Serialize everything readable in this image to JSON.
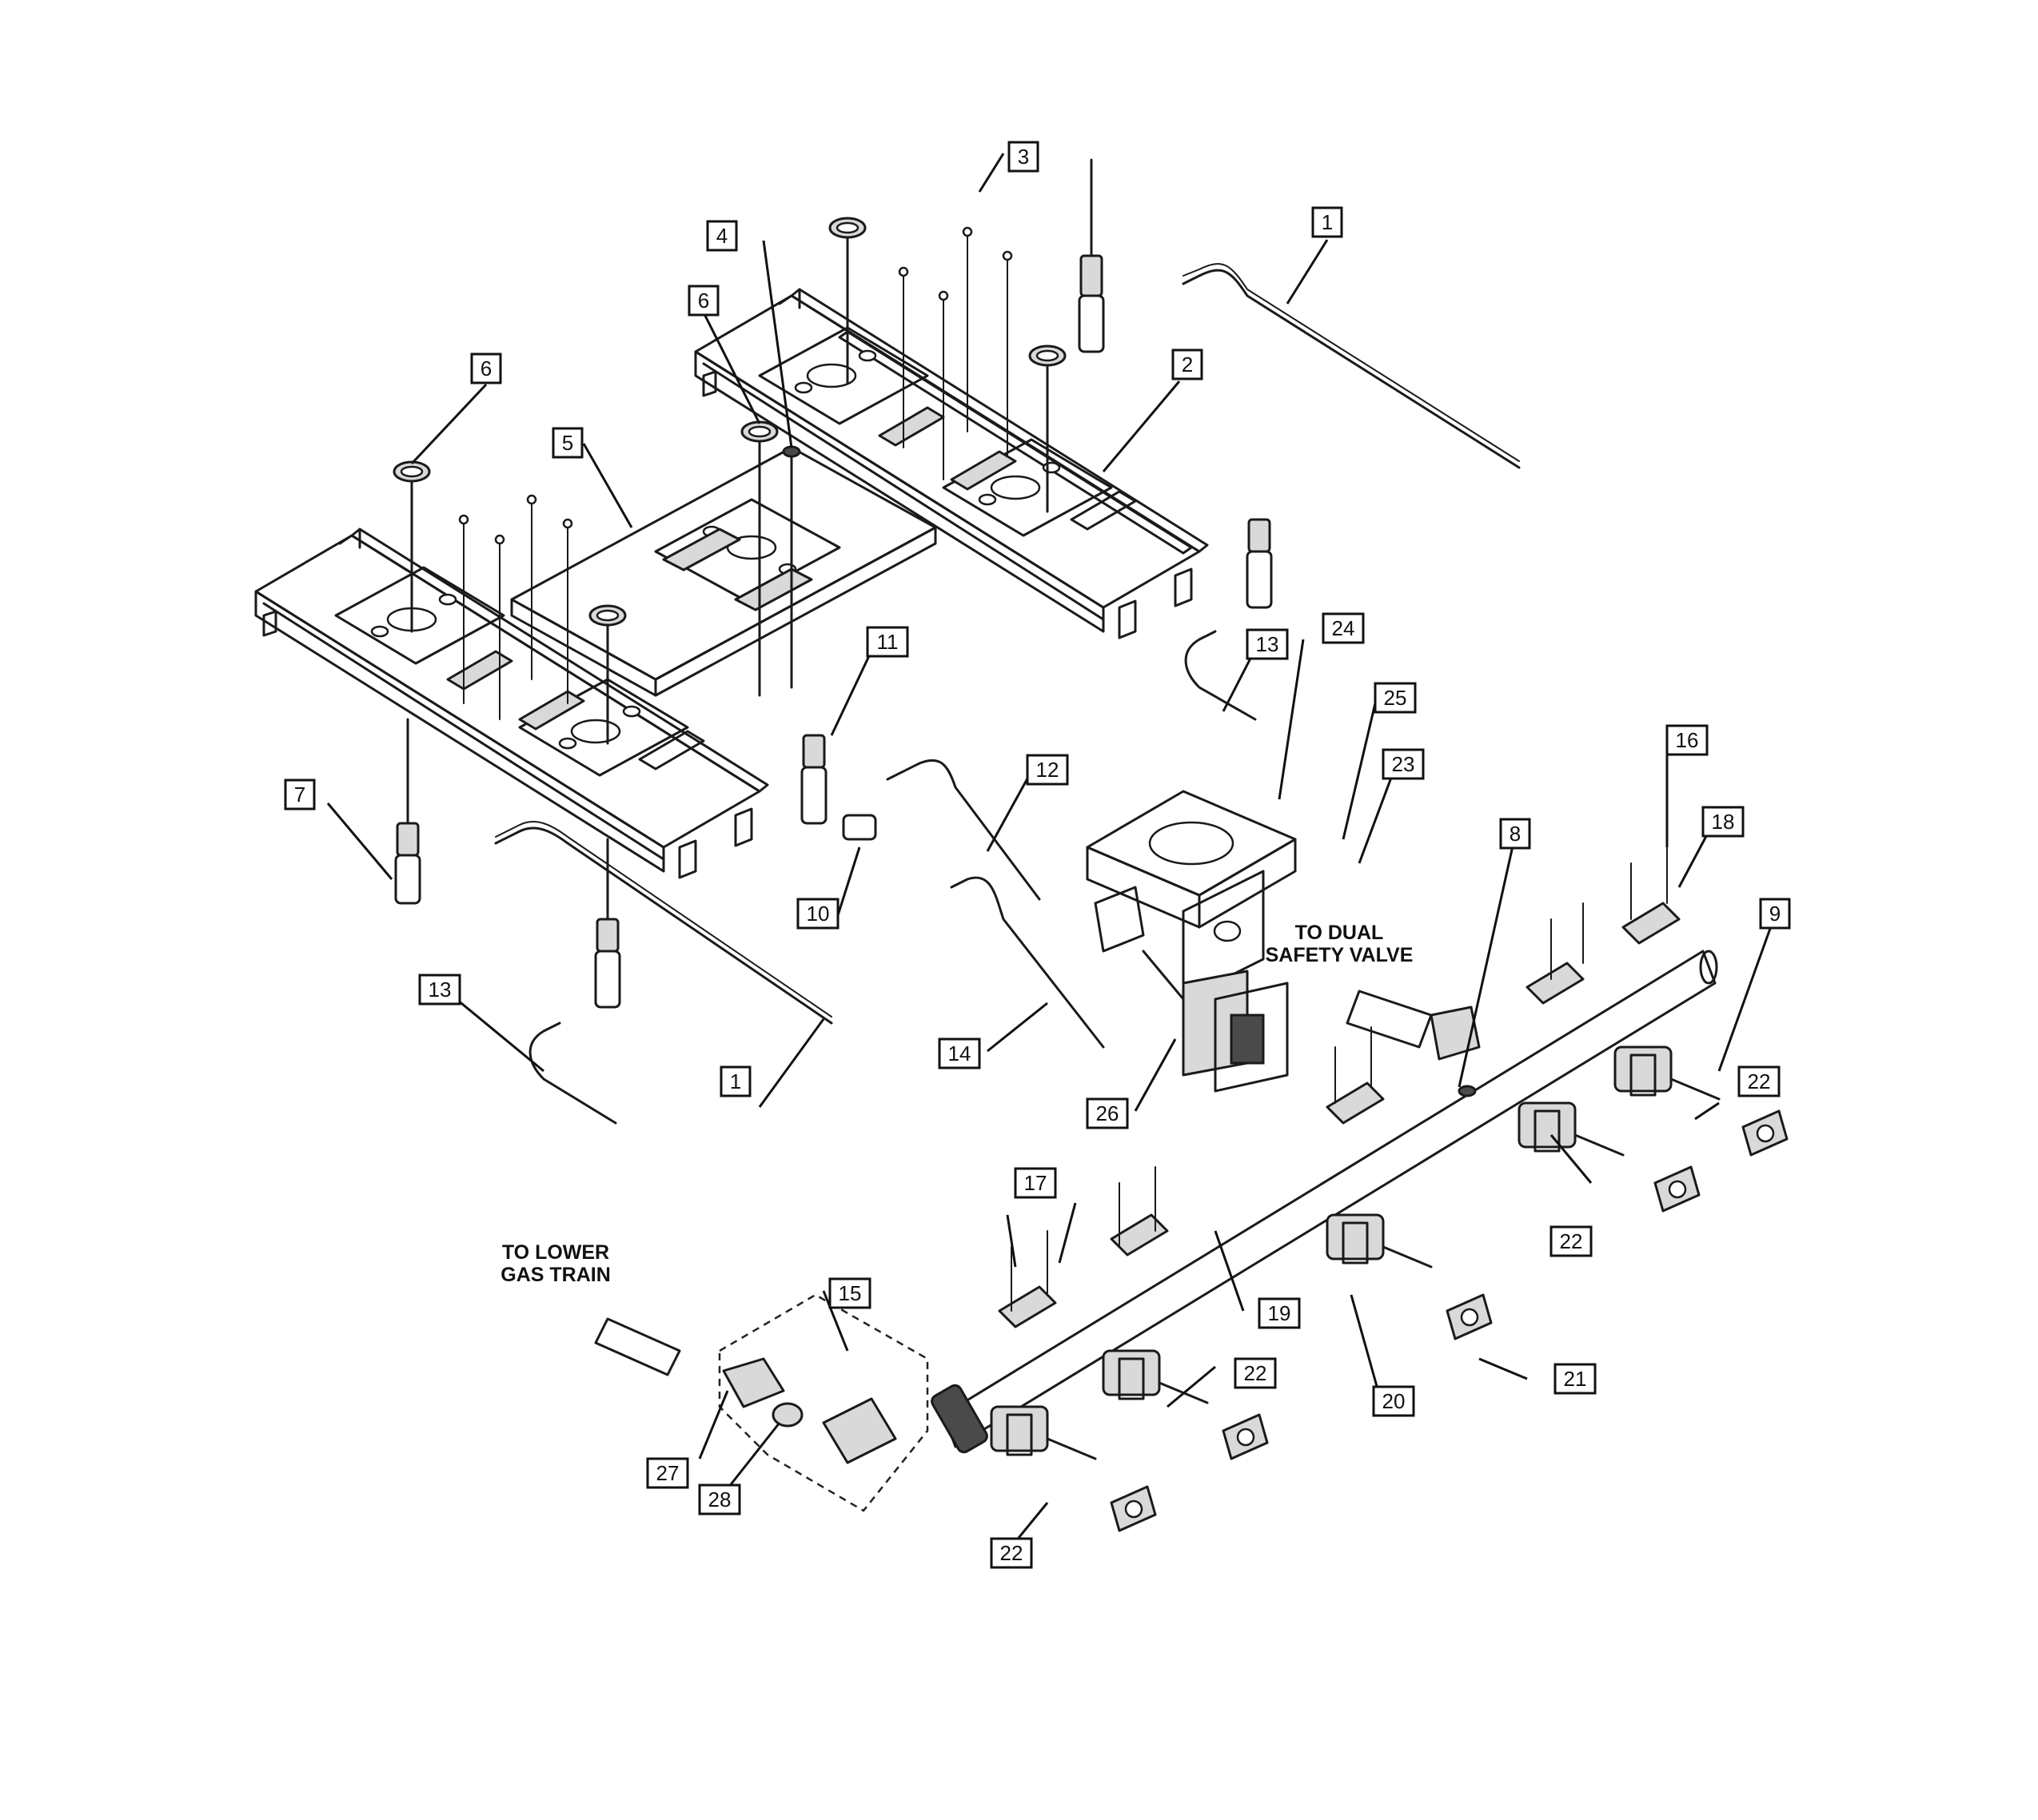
{
  "diagram": {
    "notes": {
      "dual_valve_line1": "TO DUAL",
      "dual_valve_line2": "SAFETY VALVE",
      "lower_gas_line1": "TO LOWER",
      "lower_gas_line2": "GAS TRAIN"
    },
    "callouts": [
      {
        "id": "c1a",
        "label": "1"
      },
      {
        "id": "c1b",
        "label": "1"
      },
      {
        "id": "c2",
        "label": "2"
      },
      {
        "id": "c3",
        "label": "3"
      },
      {
        "id": "c4",
        "label": "4"
      },
      {
        "id": "c5",
        "label": "5"
      },
      {
        "id": "c6a",
        "label": "6"
      },
      {
        "id": "c6b",
        "label": "6"
      },
      {
        "id": "c7",
        "label": "7"
      },
      {
        "id": "c8",
        "label": "8"
      },
      {
        "id": "c9",
        "label": "9"
      },
      {
        "id": "c10",
        "label": "10"
      },
      {
        "id": "c11",
        "label": "11"
      },
      {
        "id": "c12",
        "label": "12"
      },
      {
        "id": "c13a",
        "label": "13"
      },
      {
        "id": "c13b",
        "label": "13"
      },
      {
        "id": "c14",
        "label": "14"
      },
      {
        "id": "c15",
        "label": "15"
      },
      {
        "id": "c16",
        "label": "16"
      },
      {
        "id": "c17",
        "label": "17"
      },
      {
        "id": "c18",
        "label": "18"
      },
      {
        "id": "c19",
        "label": "19"
      },
      {
        "id": "c20",
        "label": "20"
      },
      {
        "id": "c21",
        "label": "21"
      },
      {
        "id": "c22a",
        "label": "22"
      },
      {
        "id": "c22b",
        "label": "22"
      },
      {
        "id": "c22c",
        "label": "22"
      },
      {
        "id": "c22d",
        "label": "22"
      },
      {
        "id": "c23",
        "label": "23"
      },
      {
        "id": "c24",
        "label": "24"
      },
      {
        "id": "c25",
        "label": "25"
      },
      {
        "id": "c26",
        "label": "26"
      },
      {
        "id": "c27",
        "label": "27"
      },
      {
        "id": "c28",
        "label": "28"
      }
    ]
  }
}
